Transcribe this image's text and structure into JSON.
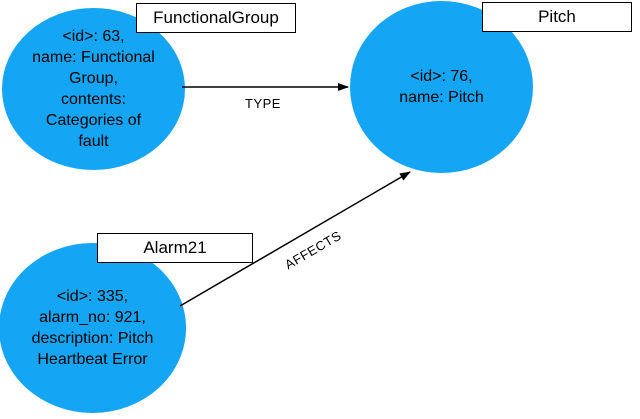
{
  "diagram": {
    "type": "graph",
    "nodes": {
      "functional_group": {
        "label": "FunctionalGroup",
        "properties": "<id>: 63,\nname: Functional\nGroup,\ncontents:\nCategories of\nfault"
      },
      "pitch": {
        "label": "Pitch",
        "properties": "<id>: 76,\nname: Pitch"
      },
      "alarm21": {
        "label": "Alarm21",
        "properties": "<id>: 335,\nalarm_no: 921,\ndescription: Pitch\nHeartbeat Error"
      }
    },
    "edges": {
      "type": {
        "label": "TYPE",
        "from": "FunctionalGroup",
        "to": "Pitch"
      },
      "affects": {
        "label": "AFFECTS",
        "from": "Alarm21",
        "to": "Pitch"
      }
    }
  },
  "colors": {
    "node_fill": "#14a6f4",
    "edge_stroke": "#000000",
    "label_box_bg": "#ffffff",
    "label_box_border": "#000000",
    "text": "#000000"
  }
}
